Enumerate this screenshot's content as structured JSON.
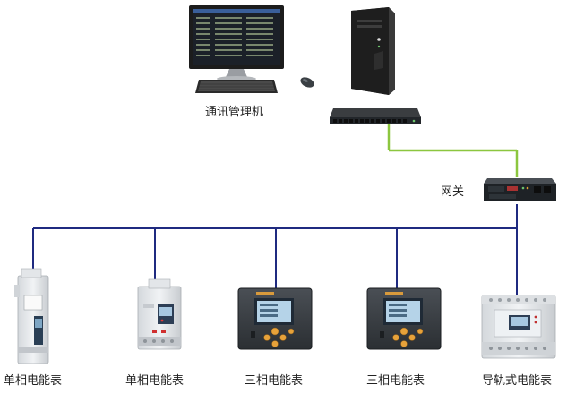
{
  "labels": {
    "pc": "通讯管理机",
    "gateway": "网关",
    "meters": [
      "单相电能表",
      "单相电能表",
      "三相电能表",
      "三相电能表",
      "导轨式电能表"
    ]
  },
  "colors": {
    "ethernet_link": "#8cc63f",
    "rs485_bus": "#1f2a80"
  }
}
